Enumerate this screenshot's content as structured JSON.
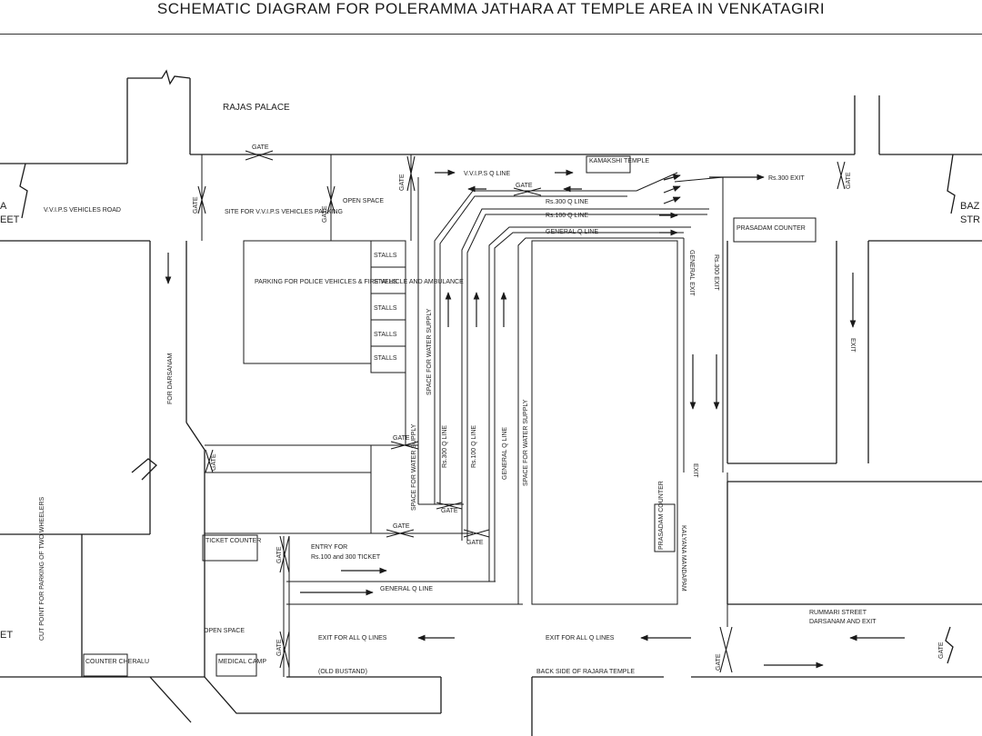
{
  "title": "SCHEMATIC DIAGRAM FOR POLERAMMA JATHARA AT TEMPLE AREA IN VENKATAGIRI",
  "labels": {
    "rajas_palace": "RAJAS PALACE",
    "gate": "GATE",
    "vvips_q_line": "V.V.I.P.S Q LINE",
    "kamakshi_temple": "KAMAKSHI TEMPLE",
    "rs300_exit": "Rs.300 EXIT",
    "rs300_q_line": "Rs.300 Q LINE",
    "rs100_q_line": "Rs.100 Q LINE",
    "general_q_line": "GENERAL Q LINE",
    "open_space": "OPEN SPACE",
    "vvips_vehicles_road": "V.V.I.P.S VEHICLES ROAD",
    "site_vvips_parking": "SITE FOR V.V.I.P.S VEHICLES PARKING",
    "parking_police": "PARKING FOR POLICE VEHICLES & FIRE VEHICLE AND AMBULANCE",
    "stalls": "STALLS",
    "prasadam_counter": "PRASADAM COUNTER",
    "for_darsanam": "FOR DARSANAM",
    "space_water_supply": "SPACE FOR WATER SUPPLY",
    "space_for_water_supply_short": "SPACE FOR WATER SUPPLY",
    "rs300_q_line_v": "Rs.300 Q LINE",
    "rs100_q_line_v": "Rs.100 Q LINE",
    "general_q_line_v": "GENERAL Q LINE",
    "general_exit": "GENERAL EXIT",
    "rs300_exit_v": "Rs.300 EXIT",
    "exit": "EXIT",
    "kalyana_mandapam": "KALYANA MANDAPAM",
    "ticket_counter": "TICKET COUNTER",
    "entry_for": "ENTRY FOR",
    "entry_tickets": "Rs.100 and 300 TICKET",
    "general_q_line_bottom": "GENERAL Q LINE",
    "cut_point": "CUT POINT FOR PARKING OF TWO WHEELERS",
    "exit_all_q_lines": "EXIT FOR ALL Q LINES",
    "rummari_street": "RUMMARI STREET",
    "darsanam_exit": "DARSANAM AND EXIT",
    "counter_cheralu": "COUNTER CHERALU",
    "medical_camp": "MEDICAL CAMP",
    "old_bustand": "(OLD BUSTAND)",
    "back_side_temple": "BACK SIDE OF RAJARA TEMPLE",
    "baz": "BAZ",
    "str": "STR",
    "left_a": "A",
    "left_eet": "EET",
    "left_et": "ET"
  },
  "colors": {
    "line": "#1a1a1a",
    "background": "#ffffff"
  }
}
